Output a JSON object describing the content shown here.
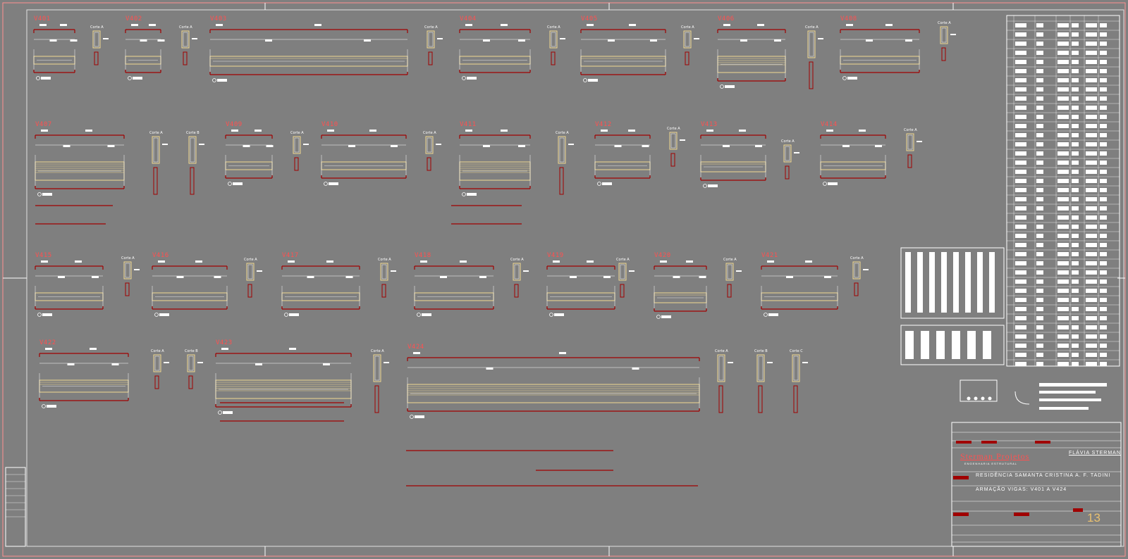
{
  "drawing": {
    "beams": [
      {
        "label": "V401",
        "cuts": [
          "Corte A"
        ]
      },
      {
        "label": "V402",
        "cuts": [
          "Corte A"
        ]
      },
      {
        "label": "V403",
        "cuts": [
          "Corte A"
        ]
      },
      {
        "label": "V404",
        "cuts": [
          "Corte A"
        ]
      },
      {
        "label": "V405",
        "cuts": [
          "Corte A"
        ]
      },
      {
        "label": "V406",
        "cuts": [
          "Corte A"
        ]
      },
      {
        "label": "V408",
        "cuts": [
          "Corte A"
        ]
      },
      {
        "label": "V407",
        "cuts": [
          "Corte A",
          "Corte B"
        ]
      },
      {
        "label": "V409",
        "cuts": [
          "Corte A"
        ]
      },
      {
        "label": "V410",
        "cuts": [
          "Corte A"
        ]
      },
      {
        "label": "V411",
        "cuts": [
          "Corte A"
        ]
      },
      {
        "label": "V412",
        "cuts": [
          "Corte A"
        ]
      },
      {
        "label": "V413",
        "cuts": [
          "Corte A"
        ]
      },
      {
        "label": "V414",
        "cuts": [
          "Corte A"
        ]
      },
      {
        "label": "V415",
        "cuts": [
          "Corte A"
        ]
      },
      {
        "label": "V416",
        "cuts": [
          "Corte A"
        ]
      },
      {
        "label": "V417",
        "cuts": [
          "Corte A"
        ]
      },
      {
        "label": "V418",
        "cuts": [
          "Corte A"
        ]
      },
      {
        "label": "V419",
        "cuts": [
          "Corte A"
        ]
      },
      {
        "label": "V420",
        "cuts": [
          "Corte A"
        ]
      },
      {
        "label": "V421",
        "cuts": [
          "Corte A"
        ]
      },
      {
        "label": "V422",
        "cuts": [
          "Corte A",
          "Corte B"
        ]
      },
      {
        "label": "V423",
        "cuts": [
          "Corte A"
        ]
      },
      {
        "label": "V424",
        "cuts": [
          "Corte A",
          "Corte B",
          "Corte C"
        ]
      }
    ]
  },
  "title_block": {
    "company": "Sterman Projetos",
    "company_subtitle": "ENGENHARIA ESTRUTURAL",
    "engineer": "FLÁVIA STERMAN",
    "project": "RESIDÊNCIA SAMANTA CRISTINA A. F. TADINI",
    "subject": "ARMAÇÃO VIGAS: V401 A V424",
    "sheet_number": "13"
  },
  "colors": {
    "background": "#7f7f7f",
    "border": "#e0e0e0",
    "rebar": "#a00000",
    "beam_outline": "#f0d890",
    "label": "#ff5050",
    "text": "#ffffff"
  }
}
